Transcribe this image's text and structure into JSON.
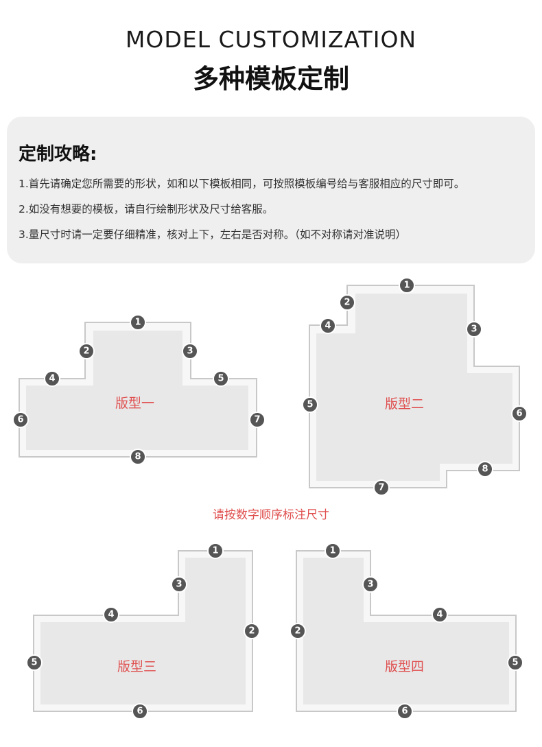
{
  "header": {
    "title_en": "MODEL CUSTOMIZATION",
    "title_cn": "多种模板定制"
  },
  "guide": {
    "title": "定制攻略:",
    "lines": [
      "1.首先请确定您所需要的形状，如和以下模板相同，可按照模板编号给与客服相应的尺寸即可。",
      "2.如没有想要的模板，请自行绘制形状及尺寸给客服。",
      "3.量尺寸时请一定要仔细精准，核对上下，左右是否对称。（如不对称请对准说明）"
    ]
  },
  "note": "请按数字顺序标注尺寸",
  "templates": [
    {
      "label": "版型一",
      "markers": [
        "1",
        "2",
        "3",
        "4",
        "5",
        "6",
        "7",
        "8"
      ]
    },
    {
      "label": "版型二",
      "markers": [
        "1",
        "2",
        "3",
        "4",
        "5",
        "6",
        "7",
        "8"
      ]
    },
    {
      "label": "版型三",
      "markers": [
        "1",
        "2",
        "3",
        "4",
        "5",
        "6"
      ]
    },
    {
      "label": "版型四",
      "markers": [
        "1",
        "2",
        "3",
        "4",
        "5",
        "6"
      ]
    }
  ],
  "colors": {
    "label_red": "#e05050",
    "panel_bg": "#efefef",
    "shape_fill": "#e9e9e9",
    "shape_border": "#c8c8c8",
    "marker_fill": "#555555"
  }
}
